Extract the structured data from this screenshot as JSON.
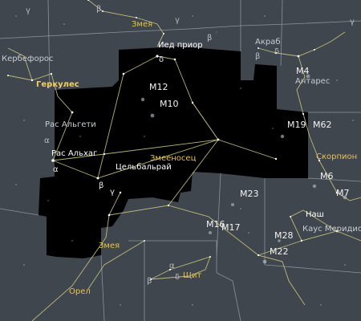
{
  "labels": {
    "serpens_top": "Змея",
    "cerberus": "Кербефорос",
    "hercules": "Геркулес",
    "ras_algethi": "Рас Альгети",
    "ras_alhague": "Рас Альхаг",
    "alpha_h": "α",
    "alpha_o": "α",
    "yed_prior": "Иед приор",
    "delta_o": "δ",
    "m12": "M12",
    "m10": "M10",
    "akrab": "Акраб",
    "beta_sco": "β",
    "delta_sco": "δ",
    "m4": "M4",
    "antares": "Антарес",
    "m19": "M19",
    "m62": "M62",
    "ophiuchus": "Змееносец",
    "cebalrai": "Цельбальрай",
    "beta_o": "β",
    "gamma_o": "γ",
    "scorpius": "Скорпион",
    "m6": "M6",
    "m7": "M7",
    "m23": "M23",
    "m16": "M16",
    "m17": "M17",
    "nash": "Наш",
    "kaus_med": "Каус Меридион",
    "m28": "M28",
    "m22": "M22",
    "serpens_bottom": "Змея",
    "aquila": "Орел",
    "scutum": "Щит",
    "alpha_sct": "α",
    "delta_sct": "δ",
    "beta_sct": "β",
    "gamma_top_left": "γ",
    "beta_top_left": "β",
    "gamma_top_right": "γ",
    "beta_top_right": "β",
    "gamma_right_edge": "γ"
  },
  "colors": {
    "sky": "#40464d",
    "constellation_area": "#000000",
    "stick_lines": "#c9c77e",
    "boundary_lines": "#9aa0a8",
    "star": "#ffffff"
  }
}
